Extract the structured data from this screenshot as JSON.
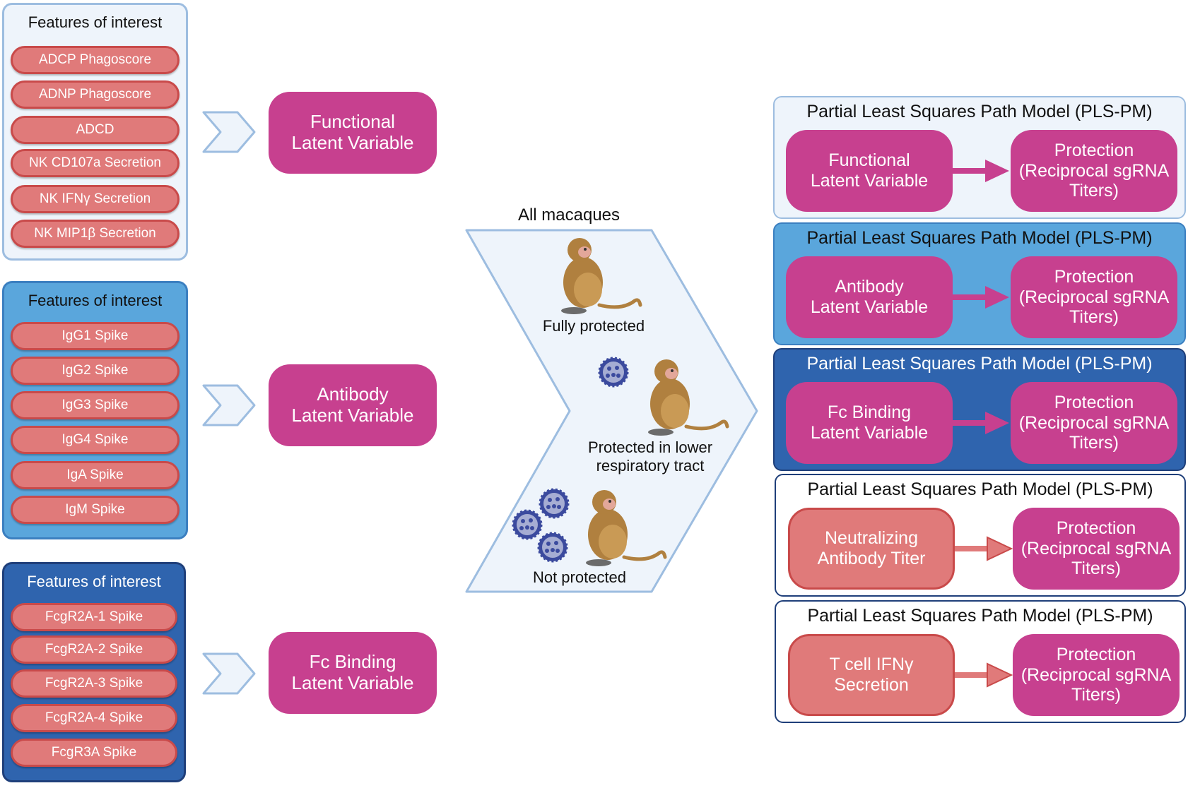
{
  "features": [
    {
      "title": "Features of interest",
      "bg": "#eef4fb",
      "border": "#9dbde0",
      "title_color": "#111111",
      "items": [
        "ADCP Phagoscore",
        "ADNP Phagoscore",
        "ADCD",
        "NK CD107a Secretion",
        "NK IFNγ Secretion",
        "NK MIP1β Secretion"
      ]
    },
    {
      "title": "Features of interest",
      "bg": "#5aa6dc",
      "border": "#3b7fc0",
      "title_color": "#111111",
      "items": [
        "IgG1 Spike",
        "IgG2 Spike",
        "IgG3 Spike",
        "IgG4 Spike",
        "IgA Spike",
        "IgM Spike"
      ]
    },
    {
      "title": "Features of interest",
      "bg": "#2f64ae",
      "border": "#1f3f7a",
      "title_color": "#ffffff",
      "items": [
        "FcgR2A-1 Spike",
        "FcgR2A-2 Spike",
        "FcgR2A-3 Spike",
        "FcgR2A-4 Spike",
        "FcgR3A Spike"
      ]
    }
  ],
  "latent_variables": [
    "Functional\nLatent Variable",
    "Antibody\nLatent Variable",
    "Fc Binding\nLatent Variable"
  ],
  "center": {
    "title": "All macaques",
    "groups": [
      "Fully protected",
      "Protected in lower\nrespiratory tract",
      "Not protected"
    ]
  },
  "pls_models": [
    {
      "title": "Partial Least Squares Path Model (PLS-PM)",
      "source": "Functional\nLatent Variable",
      "target": "Protection\n(Reciprocal sgRNA\nTiters)",
      "source_style": "magenta",
      "bg": "#eef4fb",
      "border": "#9dbde0",
      "title_color": "#111111"
    },
    {
      "title": "Partial Least Squares Path Model (PLS-PM)",
      "source": "Antibody\nLatent Variable",
      "target": "Protection\n(Reciprocal sgRNA\nTiters)",
      "source_style": "magenta",
      "bg": "#5aa6dc",
      "border": "#3b7fc0",
      "title_color": "#111111"
    },
    {
      "title": "Partial Least Squares Path Model (PLS-PM)",
      "source": "Fc Binding\nLatent Variable",
      "target": "Protection\n(Reciprocal sgRNA\nTiters)",
      "source_style": "magenta",
      "bg": "#2f64ae",
      "border": "#1f3f7a",
      "title_color": "#ffffff"
    },
    {
      "title": "Partial Least Squares Path Model (PLS-PM)",
      "source": "Neutralizing\nAntibody Titer",
      "target": "Protection\n(Reciprocal sgRNA\nTiters)",
      "source_style": "salmon",
      "bg": "#ffffff",
      "border": "#1f3f7a",
      "title_color": "#111111"
    },
    {
      "title": "Partial Least Squares Path Model (PLS-PM)",
      "source": "T cell IFNγ\nSecretion",
      "target": "Protection\n(Reciprocal sgRNA\nTiters)",
      "source_style": "salmon",
      "bg": "#ffffff",
      "border": "#1f3f7a",
      "title_color": "#111111"
    }
  ],
  "colors": {
    "magenta": "#c7408f",
    "salmon": "#e07a7a",
    "virus": "#3b4a9e"
  }
}
